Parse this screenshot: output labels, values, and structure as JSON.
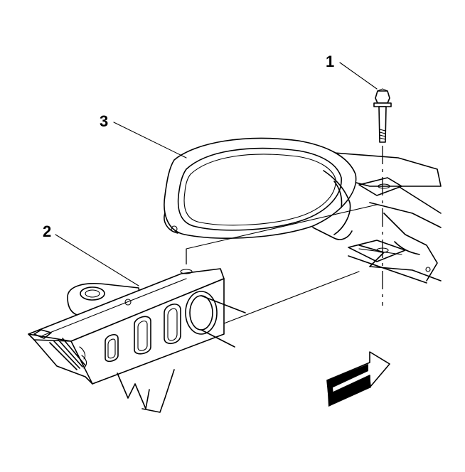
{
  "callouts": [
    {
      "id": "1",
      "label": "1"
    },
    {
      "id": "2",
      "label": "2"
    },
    {
      "id": "3",
      "label": "3"
    }
  ],
  "colors": {
    "line": "#000000",
    "background": "#ffffff",
    "arrow_fill": "#000000"
  },
  "icons": {
    "direction_arrow": "front-direction-arrow-icon"
  }
}
